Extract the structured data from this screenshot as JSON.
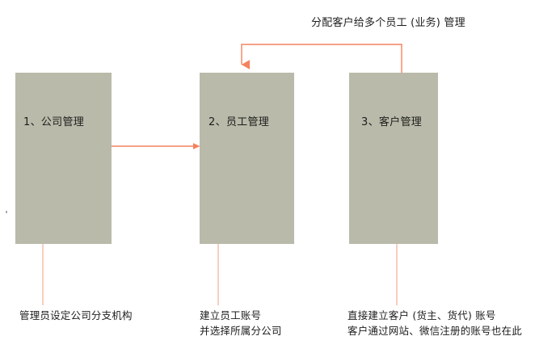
{
  "diagram": {
    "title_label": "分配客户给多个员工 (业务) 管理",
    "accent_color": "#f4825f",
    "node_fill_color": "#b9baa9",
    "background_color": "#ffffff",
    "text_color": "#1d1d1d",
    "nodes": [
      {
        "id": "company",
        "label": "1、公司管理",
        "caption_lines": [
          "管理员设定公司分支机构"
        ]
      },
      {
        "id": "employee",
        "label": "2、员工管理",
        "caption_lines": [
          "建立员工账号",
          "并选择所属分公司"
        ]
      },
      {
        "id": "customer",
        "label": "3、客户管理",
        "caption_lines": [
          "直接建立客户 (货主、货代) 账号",
          "客户通过网站、微信注册的账号也在此"
        ]
      }
    ],
    "edges": [
      {
        "id": "company-to-employee",
        "from": "company",
        "to": "employee",
        "label": ""
      },
      {
        "id": "customer-to-employee",
        "from": "customer",
        "to": "employee",
        "label": "分配客户给多个员工 (业务) 管理"
      },
      {
        "id": "company-caption-pointer",
        "from": "caption-company",
        "to": "company",
        "label": ""
      },
      {
        "id": "employee-caption-pointer",
        "from": "caption-employee",
        "to": "employee",
        "label": ""
      },
      {
        "id": "customer-caption-pointer",
        "from": "caption-customer",
        "to": "customer",
        "label": ""
      }
    ]
  }
}
